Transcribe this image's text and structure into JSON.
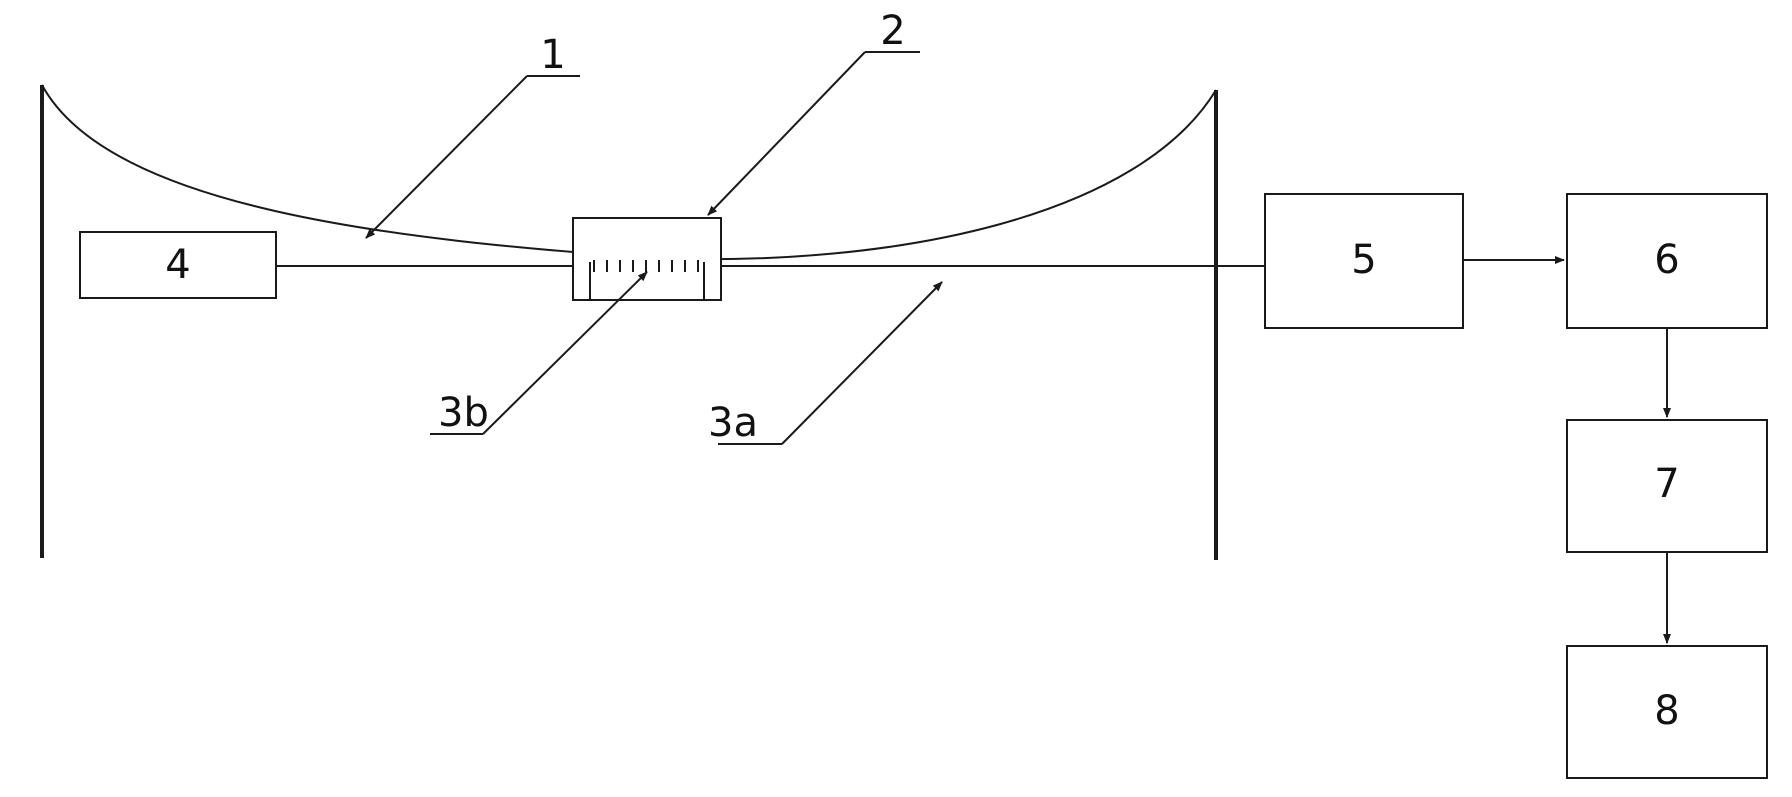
{
  "components": {
    "box4": {
      "label": "4"
    },
    "box5": {
      "label": "5"
    },
    "box6": {
      "label": "6"
    },
    "box7": {
      "label": "7"
    },
    "box8": {
      "label": "8"
    }
  },
  "callouts": {
    "c1": "1",
    "c2": "2",
    "c3a": "3a",
    "c3b": "3b"
  },
  "colors": {
    "stroke": "#1a1a1a",
    "background": "#ffffff"
  }
}
